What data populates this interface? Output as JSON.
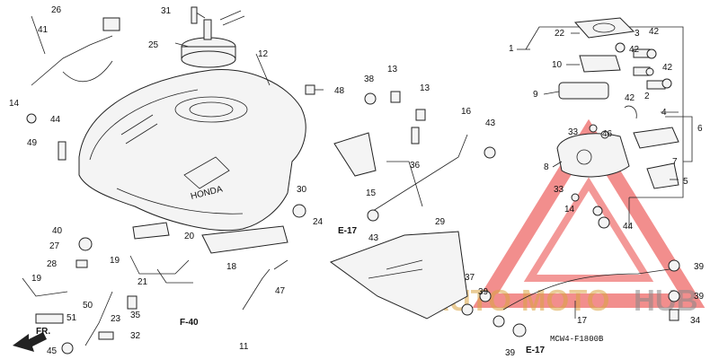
{
  "diagram": {
    "parts": [
      {
        "id": "p1",
        "num": "1"
      },
      {
        "id": "p2",
        "num": "2"
      },
      {
        "id": "p3",
        "num": "3"
      },
      {
        "id": "p4",
        "num": "4"
      },
      {
        "id": "p5",
        "num": "5"
      },
      {
        "id": "p6",
        "num": "6"
      },
      {
        "id": "p7",
        "num": "7"
      },
      {
        "id": "p8",
        "num": "8"
      },
      {
        "id": "p9",
        "num": "9"
      },
      {
        "id": "p10",
        "num": "10"
      },
      {
        "id": "p11",
        "num": "11"
      },
      {
        "id": "p12",
        "num": "12"
      },
      {
        "id": "p13a",
        "num": "13"
      },
      {
        "id": "p13b",
        "num": "13"
      },
      {
        "id": "p14a",
        "num": "14"
      },
      {
        "id": "p14b",
        "num": "14"
      },
      {
        "id": "p15",
        "num": "15"
      },
      {
        "id": "p16",
        "num": "16"
      },
      {
        "id": "p17",
        "num": "17"
      },
      {
        "id": "p18",
        "num": "18"
      },
      {
        "id": "p19a",
        "num": "19"
      },
      {
        "id": "p19b",
        "num": "19"
      },
      {
        "id": "p20",
        "num": "20"
      },
      {
        "id": "p21",
        "num": "21"
      },
      {
        "id": "p22",
        "num": "22"
      },
      {
        "id": "p23",
        "num": "23"
      },
      {
        "id": "p24",
        "num": "24"
      },
      {
        "id": "p25",
        "num": "25"
      },
      {
        "id": "p26",
        "num": "26"
      },
      {
        "id": "p27",
        "num": "27"
      },
      {
        "id": "p28",
        "num": "28"
      },
      {
        "id": "p29",
        "num": "29"
      },
      {
        "id": "p30",
        "num": "30"
      },
      {
        "id": "p31",
        "num": "31"
      },
      {
        "id": "p32",
        "num": "32"
      },
      {
        "id": "p33a",
        "num": "33"
      },
      {
        "id": "p33b",
        "num": "33"
      },
      {
        "id": "p34",
        "num": "34"
      },
      {
        "id": "p35",
        "num": "35"
      },
      {
        "id": "p36",
        "num": "36"
      },
      {
        "id": "p37",
        "num": "37"
      },
      {
        "id": "p38",
        "num": "38"
      },
      {
        "id": "p39a",
        "num": "39"
      },
      {
        "id": "p39b",
        "num": "39"
      },
      {
        "id": "p39c",
        "num": "39"
      },
      {
        "id": "p39d",
        "num": "39"
      },
      {
        "id": "p40",
        "num": "40"
      },
      {
        "id": "p41",
        "num": "41"
      },
      {
        "id": "p42a",
        "num": "42"
      },
      {
        "id": "p42b",
        "num": "42"
      },
      {
        "id": "p42c",
        "num": "42"
      },
      {
        "id": "p42d",
        "num": "42"
      },
      {
        "id": "p43a",
        "num": "43"
      },
      {
        "id": "p43b",
        "num": "43"
      },
      {
        "id": "p44a",
        "num": "44"
      },
      {
        "id": "p44b",
        "num": "44"
      },
      {
        "id": "p45",
        "num": "45"
      },
      {
        "id": "p46",
        "num": "46"
      },
      {
        "id": "p47",
        "num": "47"
      },
      {
        "id": "p48",
        "num": "48"
      },
      {
        "id": "p49",
        "num": "49"
      },
      {
        "id": "p50",
        "num": "50"
      },
      {
        "id": "p51",
        "num": "51"
      }
    ],
    "refs": {
      "e17a": "E-17",
      "e17b": "E-17",
      "f40": "F-40",
      "fr": "FR."
    },
    "tank_brand": "HONDA",
    "diagram_code": "MCW4-F1800B",
    "watermark": {
      "part1": "AUTO",
      "part2": "MOTO",
      "part3": "HUB"
    },
    "colors": {
      "watermark_red": "#e8312f",
      "watermark_gold": "#d9a441"
    }
  }
}
